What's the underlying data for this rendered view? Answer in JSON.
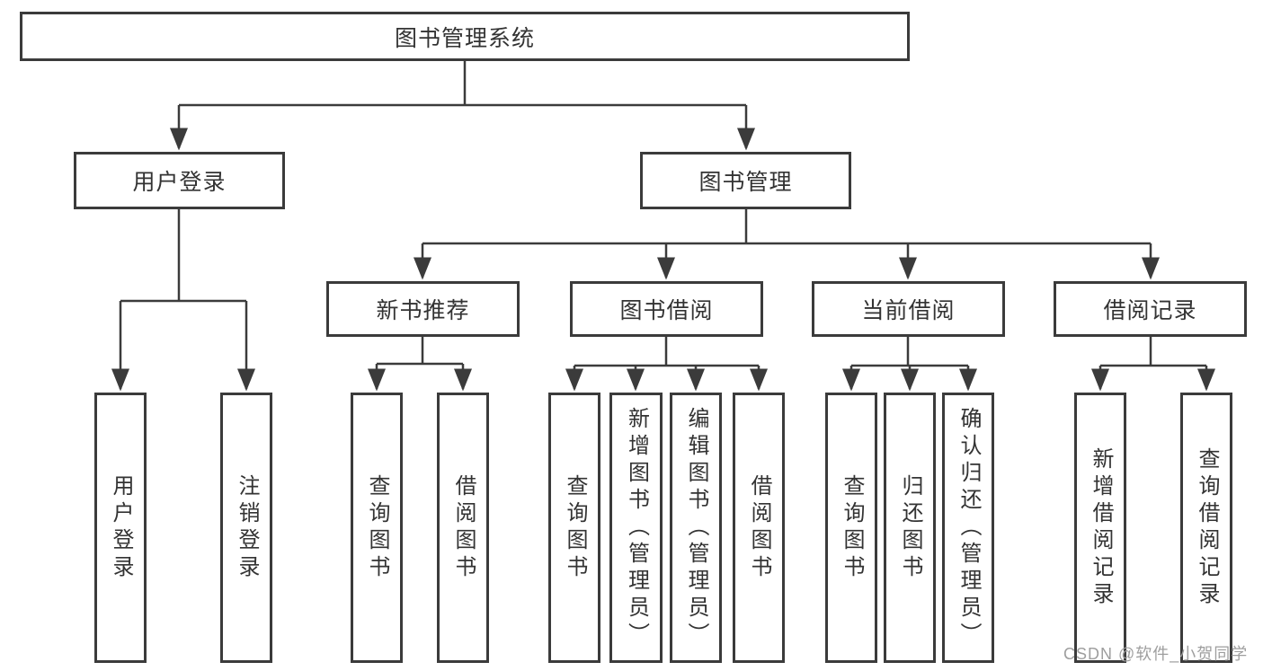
{
  "diagram": {
    "title": "图书管理系统",
    "root": {
      "label": "图书管理系统"
    },
    "level2": [
      {
        "id": "user-login",
        "label": "用户登录"
      },
      {
        "id": "book-management",
        "label": "图书管理"
      }
    ],
    "level3": [
      {
        "id": "new-book-recommend",
        "label": "新书推荐",
        "parent": "book-management"
      },
      {
        "id": "book-borrow",
        "label": "图书借阅",
        "parent": "book-management"
      },
      {
        "id": "current-borrow",
        "label": "当前借阅",
        "parent": "book-management"
      },
      {
        "id": "borrow-records",
        "label": "借阅记录",
        "parent": "book-management"
      }
    ],
    "leaves": [
      {
        "label": "用户登录",
        "parent": "user-login"
      },
      {
        "label": "注销登录",
        "parent": "user-login"
      },
      {
        "label": "查询图书",
        "parent": "new-book-recommend"
      },
      {
        "label": "借阅图书",
        "parent": "new-book-recommend"
      },
      {
        "label": "查询图书",
        "parent": "book-borrow"
      },
      {
        "label": "新增图书（管理员）",
        "parent": "book-borrow"
      },
      {
        "label": "编辑图书（管理员）",
        "parent": "book-borrow"
      },
      {
        "label": "借阅图书",
        "parent": "book-borrow"
      },
      {
        "label": "查询图书",
        "parent": "current-borrow"
      },
      {
        "label": "归还图书",
        "parent": "current-borrow"
      },
      {
        "label": "确认归还（管理员）",
        "parent": "current-borrow"
      },
      {
        "label": "新增借阅记录",
        "parent": "borrow-records"
      },
      {
        "label": "查询借阅记录",
        "parent": "borrow-records"
      }
    ],
    "watermark": "CSDN @软件_小贺同学",
    "colors": {
      "line": "#3b3b3b",
      "text": "#333333",
      "watermark": "#9e9e9e",
      "background": "#ffffff"
    }
  }
}
